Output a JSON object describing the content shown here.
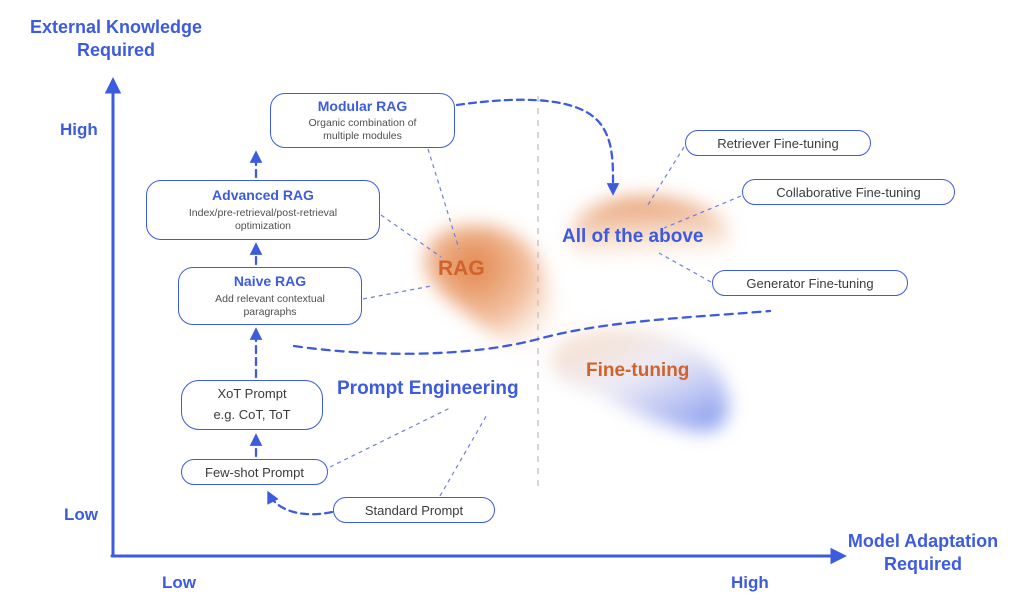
{
  "colors": {
    "blue": "#3D5BDE",
    "orange": "#D2622B"
  },
  "axes": {
    "y_title1": "External Knowledge",
    "y_title2": "Required",
    "y_high": "High",
    "y_low": "Low",
    "x_low": "Low",
    "x_high": "High",
    "x_title1": "Model Adaptation",
    "x_title2": "Required"
  },
  "boxes": {
    "modular": {
      "title": "Modular RAG",
      "desc1": "Organic combination of",
      "desc2": "multiple modules"
    },
    "advanced": {
      "title": "Advanced RAG",
      "desc1": "Index/pre-retrieval/post-retrieval",
      "desc2": "optimization"
    },
    "naive": {
      "title": "Naive RAG",
      "desc1": "Add relevant contextual",
      "desc2": "paragraphs"
    },
    "xot": {
      "line1": "XoT Prompt",
      "line2": "e.g. CoT, ToT"
    },
    "fewshot": {
      "label": "Few-shot Prompt"
    },
    "standard": {
      "label": "Standard Prompt"
    },
    "retriever": {
      "label": "Retriever Fine-tuning"
    },
    "collaborative": {
      "label": "Collaborative Fine-tuning"
    },
    "generator": {
      "label": "Generator Fine-tuning"
    }
  },
  "regions": {
    "rag": "RAG",
    "all_above": "All of the above",
    "prompt_engineering": "Prompt Engineering",
    "fine_tuning": "Fine-tuning"
  }
}
